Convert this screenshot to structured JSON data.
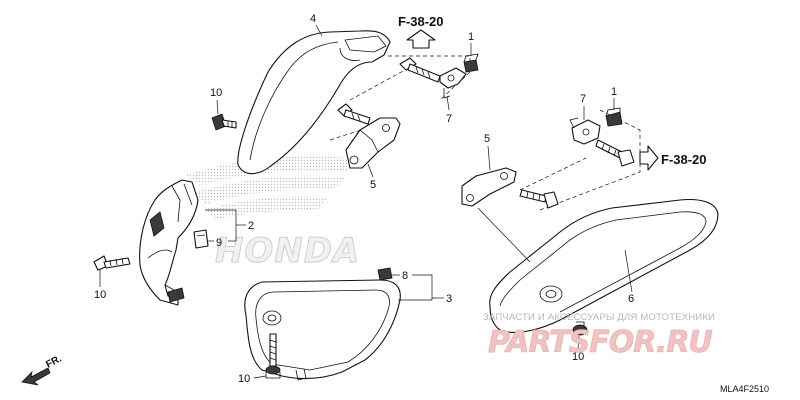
{
  "watermark_brand": "HONDA",
  "reference_top": "F-38-20",
  "reference_right": "F-38-20",
  "direction_label": "FR.",
  "diagram_code": "MLA4F2510",
  "watermark_store": "ЗАПЧАСТИ И АКСЕССУАРЫ ДЛЯ МОТОТЕХНИКИ",
  "watermark_logo": "PARTSFOR.RU",
  "callouts": {
    "c1a": "1",
    "c1b": "1",
    "c2": "2",
    "c3": "3",
    "c4": "4",
    "c5a": "5",
    "c5b": "5",
    "c6": "6",
    "c7a": "7",
    "c7b": "7",
    "c8": "8",
    "c9": "9",
    "c10a": "10",
    "c10b": "10",
    "c10c": "10",
    "c10d": "10"
  }
}
